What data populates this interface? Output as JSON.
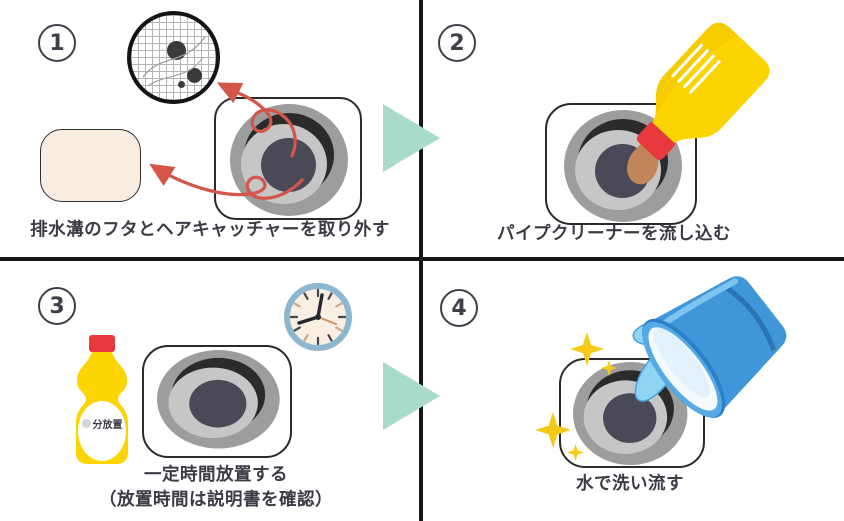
{
  "diagram": {
    "type": "instructional-steps",
    "subject": "drain pipe cleaning procedure",
    "grid": {
      "rows": 2,
      "columns": 2
    },
    "colors": {
      "background": "#ffffff",
      "divider": "#161616",
      "caption_text": "#3b3b45",
      "step_badge": "#3f3f49",
      "next_arrow_teal": "#a8dcc8",
      "removal_arrow_red": "#d4554a",
      "drain_outer_gray": "#9d9d9d",
      "drain_ring_dark": "#2b2b2b",
      "drain_mid_gray": "#c6c6c6",
      "drain_hole_dark": "#4a4957",
      "lid_cream": "#f8ece1",
      "bottle_yellow": "#fcd500",
      "cap_red": "#e8393f",
      "cleaner_liquid_brown": "#c1855a",
      "clock_rim_blue": "#8db7cf",
      "clock_face_cream": "#f8efe2",
      "bucket_blue": "#3f97d9",
      "water_light_blue": "#8fd3f5",
      "sparkle_yellow": "#f5c918"
    },
    "steps": [
      {
        "number": "1",
        "caption": "排水溝のフタとヘアキャッチャーを取り外す",
        "icons": [
          "hair-catcher-mesh",
          "drain-lid",
          "drain",
          "removal-arrows"
        ]
      },
      {
        "number": "2",
        "caption": "パイプクリーナーを流し込む",
        "icons": [
          "cleaner-bottle-pouring",
          "liquid-drop",
          "drain"
        ]
      },
      {
        "number": "3",
        "caption_line1": "一定時間放置する",
        "caption_line2": "（放置時間は説明書を確認）",
        "bottle_label": "分放置",
        "icons": [
          "cleaner-bottle",
          "clock",
          "drain"
        ]
      },
      {
        "number": "4",
        "caption": "水で洗い流す",
        "icons": [
          "bucket-pouring-water",
          "water-splash",
          "sparkles",
          "drain"
        ]
      }
    ]
  }
}
